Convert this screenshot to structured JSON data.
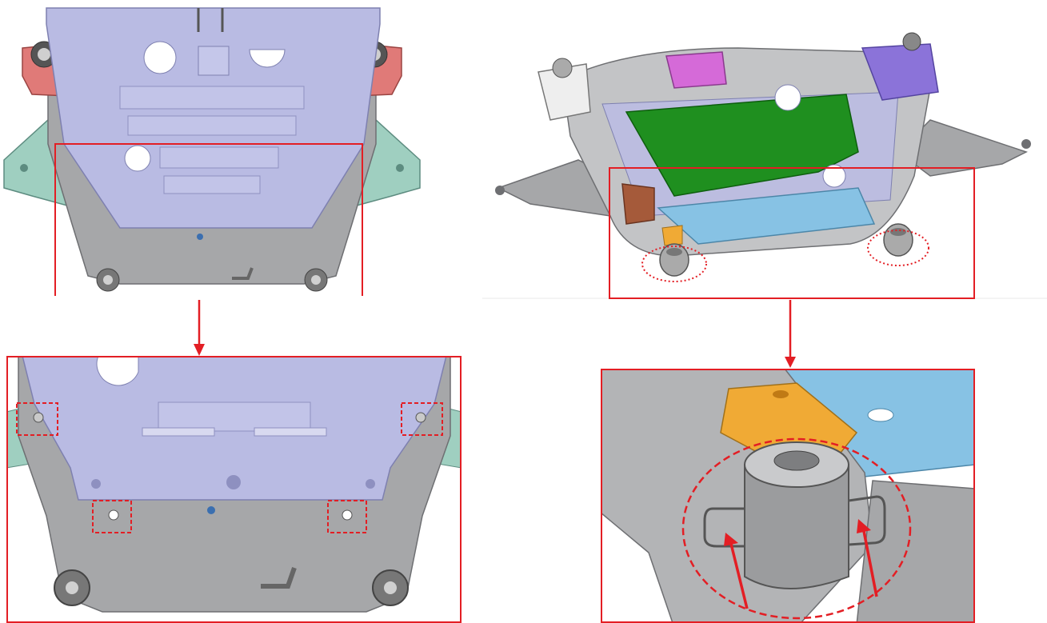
{
  "colors": {
    "accent_red": "#e31e24",
    "skid_plate": "#b9bbe3",
    "skid_plate_edge": "#7e80b0",
    "frame_gray": "#a6a7a9",
    "frame_dark": "#6e6f72",
    "arm_teal": "#9fcfc0",
    "mount_red": "#e07a78",
    "plate_green": "#1f8f1f",
    "plate_blue": "#87c2e4",
    "mount_magenta": "#d56ad8",
    "mount_violet": "#8b73d9",
    "bracket_orange": "#f0aa35",
    "bracket_brown": "#a55a3a"
  },
  "views": [
    {
      "id": "bottom-view",
      "description_icon": "subframe-bottom-view"
    },
    {
      "id": "bottom-detail",
      "description_icon": "subframe-bottom-detail"
    },
    {
      "id": "iso-view",
      "description_icon": "subframe-isometric-view"
    },
    {
      "id": "iso-detail",
      "description_icon": "rear-mount-bushing-detail"
    }
  ]
}
